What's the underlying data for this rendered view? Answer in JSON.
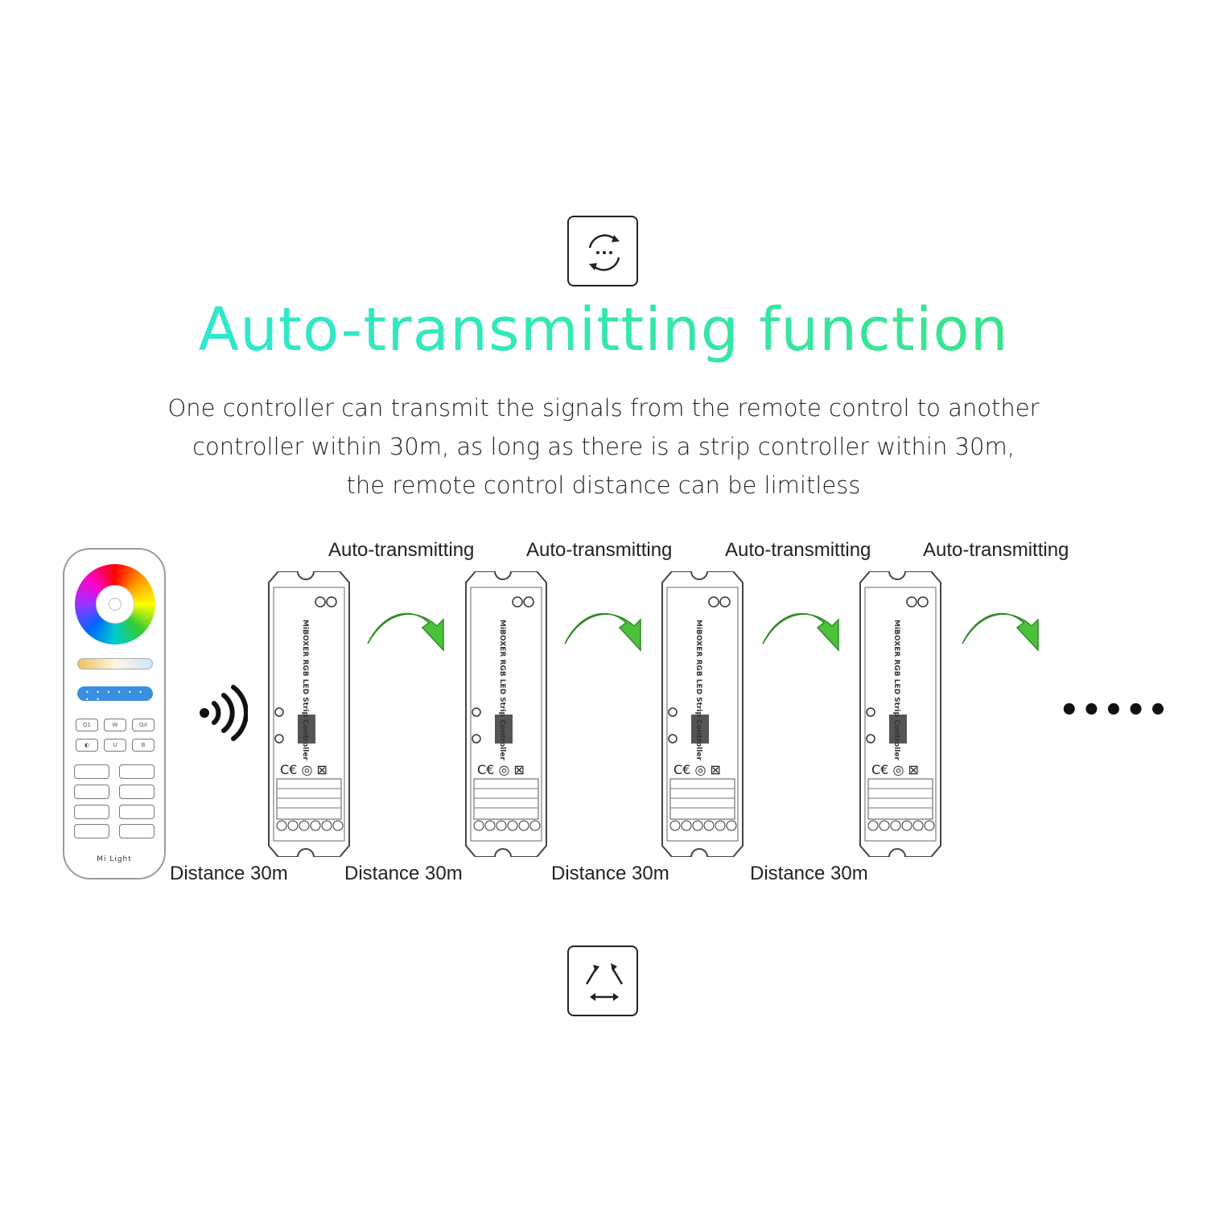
{
  "header": {
    "top_icon": "refresh-dots-icon",
    "title": "Auto-transmitting function",
    "description_lines": [
      "One controller can transmit the signals from the remote control to another",
      "controller within 30m, as long as there is a strip controller within 30m,",
      "the remote control distance can be limitless"
    ]
  },
  "diagram": {
    "remote_brand": "Mi Light",
    "transmit_labels": [
      "Auto-transmitting",
      "Auto-transmitting",
      "Auto-transmitting",
      "Auto-transmitting"
    ],
    "distance_labels": [
      "Distance 30m",
      "Distance 30m",
      "Distance 30m",
      "Distance 30m"
    ],
    "controller_label": "MiBOXER RGB LED Strip Controller",
    "signal_icon": "wireless-signal-icon",
    "arrow_icon": "green-curved-arrow-icon",
    "continuation": "•••••"
  },
  "footer": {
    "bottom_icon": "cycle-arrows-icon"
  },
  "colors": {
    "title_gradient_start": "#2ee6e0",
    "title_gradient_end": "#3fe07a",
    "arrow_green": "#4cc23a"
  }
}
